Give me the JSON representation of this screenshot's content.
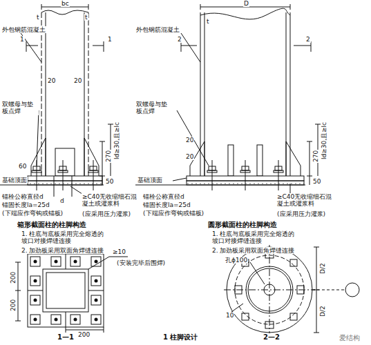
{
  "diagram": {
    "caption": "1 柱脚设计",
    "labels": [
      "bc",
      "t",
      "t",
      "1",
      "1",
      "外包钢筋混凝土",
      "20",
      "20",
      "双螺母与垫板点焊",
      "60",
      "270",
      "ld≥30,且≥lc",
      "50",
      "基础顶面",
      "锚栓公称直径d",
      "锚固长度la=25d",
      "(下端应作弯钩或锚板)",
      "d",
      "≥C40无收缩细石混凝土或灌浆料",
      "(应采用压力灌浆)",
      "箱形截面柱的柱脚构造",
      "1. 柱底与底板采用完全熔透的坡口对接焊缝连接",
      "2. 加劲板采用双面角焊缝连接",
      "D",
      "t",
      "2",
      "2",
      "外包钢筋混凝土",
      "20",
      "20",
      "双螺母与垫板点焊",
      "270",
      "ld≥30,且≥lc",
      "50",
      "基础顶面",
      "锚栓公称直径d",
      "锚固长度la=25d",
      "(下端应作弯钩或锚板)",
      "≥C40无收缩细石混凝土或灌浆料",
      "(应采用压力灌浆)",
      "圆形截面柱的柱脚构造",
      "1. 柱底与底板采用完全熔透的坡口对接焊缝连接",
      "2. 加劲板采用双面角焊缝连接",
      "≥10",
      "(安装完毕后围焊)",
      "200",
      "200",
      "200",
      "1—1",
      "孔ϕ100",
      "D/2",
      "D/2",
      "10",
      "2—2",
      "爱结构"
    ]
  }
}
